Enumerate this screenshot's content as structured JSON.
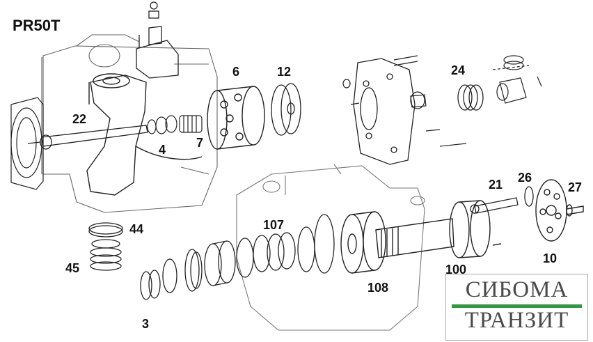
{
  "title": "PR50T",
  "callouts": {
    "c6": "6",
    "c12": "12",
    "c24": "24",
    "c22": "22",
    "c4": "4",
    "c7": "7",
    "c21": "21",
    "c26": "26",
    "c27": "27",
    "c107": "107",
    "c44": "44",
    "c45": "45",
    "c100": "100",
    "c10": "10",
    "c108": "108",
    "c3": "3"
  },
  "watermark": {
    "line1": "СИБОМА",
    "line2": "ТРАНЗИТ",
    "accent": "#2e9b3e"
  },
  "colors": {
    "ink": "#111111",
    "housing": "#555555"
  }
}
